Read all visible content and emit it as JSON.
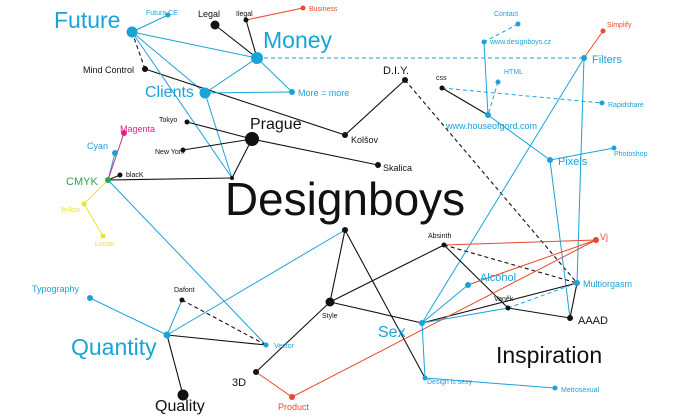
{
  "colors": {
    "black": "#111111",
    "blue": "#1aa3d9",
    "red": "#e84a2c",
    "magenta": "#e0248a",
    "yellow": "#e6e62a",
    "green": "#2aa84a",
    "dark_red": "#333333"
  },
  "nodes": [
    {
      "id": "future",
      "label": "Future",
      "color": "blue",
      "size": "xl"
    },
    {
      "id": "futura_ce",
      "label": "Futura CE",
      "color": "blue",
      "size": "xs"
    },
    {
      "id": "legal",
      "label": "Legal",
      "color": "black",
      "size": "s"
    },
    {
      "id": "ilegal",
      "label": "Ilegal",
      "color": "black",
      "size": "xs"
    },
    {
      "id": "business",
      "label": "Business",
      "color": "red",
      "size": "xs"
    },
    {
      "id": "money",
      "label": "Money",
      "color": "blue",
      "size": "xl"
    },
    {
      "id": "mind_control",
      "label": "Mind Control",
      "color": "black",
      "size": "s"
    },
    {
      "id": "clients",
      "label": "Clients",
      "color": "blue",
      "size": "l"
    },
    {
      "id": "more_more",
      "label": "More = more",
      "color": "blue",
      "size": "s"
    },
    {
      "id": "diy",
      "label": "D.I.Y.",
      "color": "black",
      "size": "m"
    },
    {
      "id": "tokyo",
      "label": "Tokyo",
      "color": "black",
      "size": "xs"
    },
    {
      "id": "prague",
      "label": "Prague",
      "color": "black",
      "size": "l"
    },
    {
      "id": "kolsov",
      "label": "Kolšov",
      "color": "black",
      "size": "s"
    },
    {
      "id": "new_york",
      "label": "New York",
      "color": "black",
      "size": "xs"
    },
    {
      "id": "skalica",
      "label": "Skalica",
      "color": "black",
      "size": "s"
    },
    {
      "id": "magenta",
      "label": "Magenta",
      "color": "magenta",
      "size": "s"
    },
    {
      "id": "cyan",
      "label": "Cyan",
      "color": "blue",
      "size": "s"
    },
    {
      "id": "cmyk",
      "label": "CMYK",
      "color": "green",
      "size": "m"
    },
    {
      "id": "black",
      "label": "blacK",
      "color": "black",
      "size": "xs"
    },
    {
      "id": "yellow",
      "label": "Yellow",
      "color": "yellow",
      "size": "xs"
    },
    {
      "id": "loose",
      "label": "Loose",
      "color": "yellow",
      "size": "xs"
    },
    {
      "id": "contact",
      "label": "Contact",
      "color": "blue",
      "size": "xs"
    },
    {
      "id": "simplify",
      "label": "Simplify",
      "color": "red",
      "size": "xs"
    },
    {
      "id": "wwwdesignboys",
      "label": "www.designboys.cz",
      "color": "blue",
      "size": "xs"
    },
    {
      "id": "filters",
      "label": "Filters",
      "color": "blue",
      "size": "m"
    },
    {
      "id": "css",
      "label": "css",
      "color": "black",
      "size": "xs"
    },
    {
      "id": "html",
      "label": "HTML",
      "color": "blue",
      "size": "xs"
    },
    {
      "id": "rapidshare",
      "label": "Rapidshare",
      "color": "blue",
      "size": "xs"
    },
    {
      "id": "houseofgord",
      "label": "www.houseofgord.com",
      "color": "blue",
      "size": "s"
    },
    {
      "id": "pixels",
      "label": "Pixels",
      "color": "blue",
      "size": "m"
    },
    {
      "id": "photoshop",
      "label": "Photoshop",
      "color": "blue",
      "size": "xs"
    },
    {
      "id": "designboys",
      "label": "Designboys",
      "color": "black",
      "size": "xxl"
    },
    {
      "id": "absinth",
      "label": "Absinth",
      "color": "black",
      "size": "xs"
    },
    {
      "id": "vj",
      "label": "Vj",
      "color": "red",
      "size": "s"
    },
    {
      "id": "typography",
      "label": "Typography",
      "color": "blue",
      "size": "s"
    },
    {
      "id": "dafont",
      "label": "Dafont",
      "color": "black",
      "size": "xs"
    },
    {
      "id": "alcohol",
      "label": "Alcohol",
      "color": "blue",
      "size": "m"
    },
    {
      "id": "multiorgasm",
      "label": "Multiorgasm",
      "color": "blue",
      "size": "s"
    },
    {
      "id": "style",
      "label": "Style",
      "color": "black",
      "size": "xs"
    },
    {
      "id": "vanek",
      "label": "Vaněk",
      "color": "black",
      "size": "xs"
    },
    {
      "id": "sex",
      "label": "Sex",
      "color": "blue",
      "size": "l"
    },
    {
      "id": "aaad",
      "label": "AAAD",
      "color": "black",
      "size": "m"
    },
    {
      "id": "quantity",
      "label": "Quantity",
      "color": "blue",
      "size": "xl"
    },
    {
      "id": "vector",
      "label": "Vector",
      "color": "blue",
      "size": "xs"
    },
    {
      "id": "inspiration",
      "label": "Inspiration",
      "color": "black",
      "size": "xl"
    },
    {
      "id": "three_d",
      "label": "3D",
      "color": "black",
      "size": "m"
    },
    {
      "id": "design_is_sexy",
      "label": "Design is sexy",
      "color": "blue",
      "size": "xs"
    },
    {
      "id": "metrosexual",
      "label": "Metrosexual",
      "color": "blue",
      "size": "xs"
    },
    {
      "id": "quality",
      "label": "Quality",
      "color": "black",
      "size": "l"
    },
    {
      "id": "product",
      "label": "Product",
      "color": "red",
      "size": "s"
    },
    {
      "id": "hub_center",
      "label": "",
      "color": "black",
      "size": "xs"
    }
  ],
  "edges": [
    {
      "from": "future",
      "to": "money",
      "color": "blue",
      "style": "solid"
    },
    {
      "from": "futura_ce",
      "to": "future",
      "color": "blue",
      "style": "solid"
    },
    {
      "from": "future",
      "to": "mind_control",
      "color": "black",
      "style": "dashed"
    },
    {
      "from": "future",
      "to": "clients",
      "color": "blue",
      "style": "solid"
    },
    {
      "from": "legal",
      "to": "money",
      "color": "black",
      "style": "solid"
    },
    {
      "from": "ilegal",
      "to": "money",
      "color": "black",
      "style": "solid"
    },
    {
      "from": "ilegal",
      "to": "business",
      "color": "red",
      "style": "solid"
    },
    {
      "from": "money",
      "to": "filters",
      "color": "blue",
      "style": "dashed"
    },
    {
      "from": "money",
      "to": "more_more",
      "color": "blue",
      "style": "solid"
    },
    {
      "from": "money",
      "to": "clients",
      "color": "blue",
      "style": "solid"
    },
    {
      "from": "mind_control",
      "to": "kolsov",
      "color": "black",
      "style": "solid"
    },
    {
      "from": "clients",
      "to": "more_more",
      "color": "blue",
      "style": "solid"
    },
    {
      "from": "clients",
      "to": "hub_center",
      "color": "blue",
      "style": "solid"
    },
    {
      "from": "future",
      "to": "hub_center",
      "color": "blue",
      "style": "solid"
    },
    {
      "from": "diy",
      "to": "kolsov",
      "color": "black",
      "style": "solid"
    },
    {
      "from": "diy",
      "to": "multiorgasm",
      "color": "black",
      "style": "dashed"
    },
    {
      "from": "tokyo",
      "to": "prague",
      "color": "black",
      "style": "solid"
    },
    {
      "from": "new_york",
      "to": "prague",
      "color": "black",
      "style": "solid"
    },
    {
      "from": "prague",
      "to": "skalica",
      "color": "black",
      "style": "solid"
    },
    {
      "from": "prague",
      "to": "hub_center",
      "color": "black",
      "style": "solid"
    },
    {
      "from": "cyan",
      "to": "cmyk",
      "color": "blue",
      "style": "solid"
    },
    {
      "from": "magenta",
      "to": "cmyk",
      "color": "magenta",
      "style": "solid"
    },
    {
      "from": "cmyk",
      "to": "black",
      "color": "black",
      "style": "solid"
    },
    {
      "from": "cmyk",
      "to": "yellow",
      "color": "yellow",
      "style": "solid"
    },
    {
      "from": "yellow",
      "to": "loose",
      "color": "yellow",
      "style": "solid"
    },
    {
      "from": "cmyk",
      "to": "hub_center",
      "color": "black",
      "style": "solid"
    },
    {
      "from": "cmyk",
      "to": "vector",
      "color": "blue",
      "style": "solid"
    },
    {
      "from": "contact",
      "to": "wwwdesignboys",
      "color": "blue",
      "style": "dashed"
    },
    {
      "from": "wwwdesignboys",
      "to": "houseofgord",
      "color": "blue",
      "style": "solid"
    },
    {
      "from": "simplify",
      "to": "filters",
      "color": "red",
      "style": "solid"
    },
    {
      "from": "css",
      "to": "houseofgord",
      "color": "black",
      "style": "solid"
    },
    {
      "from": "css",
      "to": "rapidshare",
      "color": "blue",
      "style": "dashed"
    },
    {
      "from": "html",
      "to": "houseofgord",
      "color": "blue",
      "style": "dashed"
    },
    {
      "from": "houseofgord",
      "to": "pixels",
      "color": "blue",
      "style": "solid"
    },
    {
      "from": "pixels",
      "to": "photoshop",
      "color": "blue",
      "style": "solid"
    },
    {
      "from": "filters",
      "to": "multiorgasm",
      "color": "blue",
      "style": "solid"
    },
    {
      "from": "filters",
      "to": "sex",
      "color": "blue",
      "style": "solid"
    },
    {
      "from": "pixels",
      "to": "aaad",
      "color": "blue",
      "style": "solid"
    },
    {
      "from": "absinth",
      "to": "vj",
      "color": "red",
      "style": "solid"
    },
    {
      "from": "absinth",
      "to": "multiorgasm",
      "color": "black",
      "style": "dashed"
    },
    {
      "from": "absinth",
      "to": "style",
      "color": "black",
      "style": "solid"
    },
    {
      "from": "absinth",
      "to": "vanek",
      "color": "black",
      "style": "solid"
    },
    {
      "from": "alcohol",
      "to": "vj",
      "color": "red",
      "style": "solid"
    },
    {
      "from": "alcohol",
      "to": "sex",
      "color": "blue",
      "style": "solid"
    },
    {
      "from": "sex",
      "to": "multiorgasm",
      "color": "black",
      "style": "solid"
    },
    {
      "from": "sex",
      "to": "vanek",
      "color": "blue",
      "style": "solid"
    },
    {
      "from": "vanek",
      "to": "aaad",
      "color": "black",
      "style": "solid"
    },
    {
      "from": "vanek",
      "to": "multiorgasm",
      "color": "blue",
      "style": "dashed"
    },
    {
      "from": "style",
      "to": "sex",
      "color": "black",
      "style": "solid"
    },
    {
      "from": "style",
      "to": "three_d",
      "color": "black",
      "style": "solid"
    },
    {
      "from": "style",
      "to": "top_node",
      "color": "black",
      "style": "solid"
    },
    {
      "from": "top_node",
      "to": "quantity",
      "color": "blue",
      "style": "solid"
    },
    {
      "from": "top_node",
      "to": "design_is_sexy",
      "color": "black",
      "style": "solid"
    },
    {
      "from": "typography",
      "to": "quantity",
      "color": "blue",
      "style": "solid"
    },
    {
      "from": "dafont",
      "to": "quantity",
      "color": "blue",
      "style": "solid"
    },
    {
      "from": "dafont",
      "to": "vector",
      "color": "black",
      "style": "dashed"
    },
    {
      "from": "quantity",
      "to": "vector",
      "color": "black",
      "style": "solid"
    },
    {
      "from": "quantity",
      "to": "quality",
      "color": "black",
      "style": "solid"
    },
    {
      "from": "three_d",
      "to": "product",
      "color": "red",
      "style": "solid"
    },
    {
      "from": "product",
      "to": "vj",
      "color": "red",
      "style": "solid"
    },
    {
      "from": "design_is_sexy",
      "to": "metrosexual",
      "color": "blue",
      "style": "solid"
    },
    {
      "from": "sex",
      "to": "design_is_sexy",
      "color": "blue",
      "style": "solid"
    },
    {
      "from": "multiorgasm",
      "to": "aaad",
      "color": "black",
      "style": "solid"
    }
  ]
}
